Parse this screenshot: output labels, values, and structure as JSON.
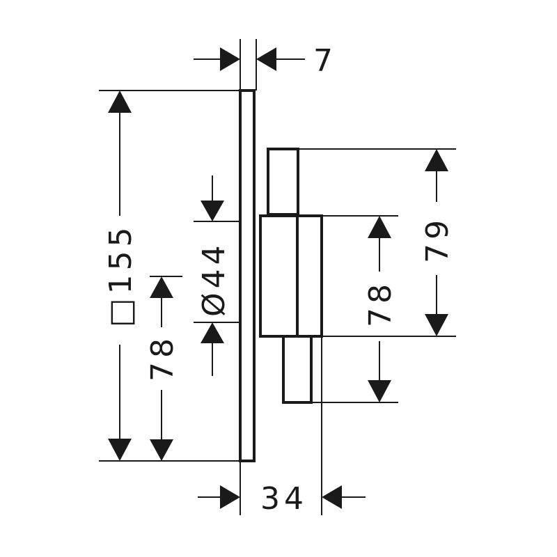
{
  "dimensions": {
    "plate_thickness": "7",
    "plate_size": "□155",
    "plate_half": "78",
    "knob_diameter": "Ø44",
    "depth": "34",
    "upper_height": "79",
    "lower_height": "78"
  },
  "colors": {
    "line": "#1a1a1a",
    "background": "#ffffff"
  }
}
